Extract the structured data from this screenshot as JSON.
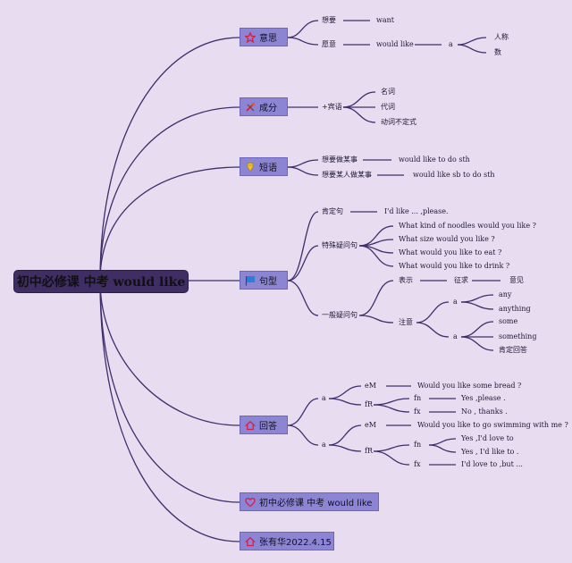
{
  "root": {
    "label": "初中必修课 中考 would like"
  },
  "branches": {
    "yisi": {
      "label": "意思",
      "icon": "star-icon",
      "row1": {
        "cn": "想要",
        "en": "want"
      },
      "row2": {
        "cn": "愿意",
        "en": "would like",
        "a": "a",
        "opt1": "人称",
        "opt2": "数"
      }
    },
    "chengfen": {
      "label": "成分",
      "icon": "tools-icon",
      "obj": "+宾语",
      "items": [
        "名词",
        "代词",
        "动词不定式"
      ]
    },
    "duanyu": {
      "label": "短语",
      "icon": "diamond-icon",
      "rows": [
        {
          "cn": "想要做某事",
          "en": "would like to do sth"
        },
        {
          "cn": "想要某人做某事",
          "en": "would like sb to do sth"
        }
      ]
    },
    "juxing": {
      "label": "句型",
      "icon": "flag-icon",
      "affirm": {
        "label": "肯定句",
        "text": "I'd like ... ,please."
      },
      "special": {
        "label": "特殊疑问句",
        "items": [
          "What kind of noodles would you like ?",
          "What size would you like ?",
          "What would you like to eat ?",
          "What would you like to drink ?"
        ]
      },
      "general": {
        "label": "一般疑问句",
        "biaoshi": "表示",
        "zhengqiu": "征求",
        "yijian": "意见",
        "zhuyi": "注意",
        "a1": "a",
        "a2": "a",
        "g1": [
          "any",
          "anything"
        ],
        "g2": [
          "some",
          "something",
          "肯定回答"
        ]
      }
    },
    "huida": {
      "label": "回答",
      "icon": "home-icon",
      "a1": "a",
      "a2": "a",
      "s1": {
        "eM": "eM",
        "q": "Would you like some bread ?",
        "fR": "fR",
        "fn": "fn",
        "fn_text": "Yes ,please .",
        "fx": "fx",
        "fx_text": "No , thanks ."
      },
      "s2": {
        "eM": "eM",
        "q": "Would you like to go swimming with me ?",
        "fR": "fR",
        "fn": "fn",
        "fn_texts": [
          "Yes ,I'd love to",
          "Yes , I'd like to ."
        ],
        "fx": "fx",
        "fx_text": "I'd love to ,but ..."
      }
    },
    "title2": {
      "label": "初中必修课 中考 would like",
      "icon": "heart-icon"
    },
    "author": {
      "label": "张有华2022.4.15",
      "icon": "home-icon"
    }
  },
  "colors": {
    "background": "#e8dcf1",
    "line": "#3d2f6b",
    "branch": "#8c85d3",
    "root": "#3f2e63"
  }
}
